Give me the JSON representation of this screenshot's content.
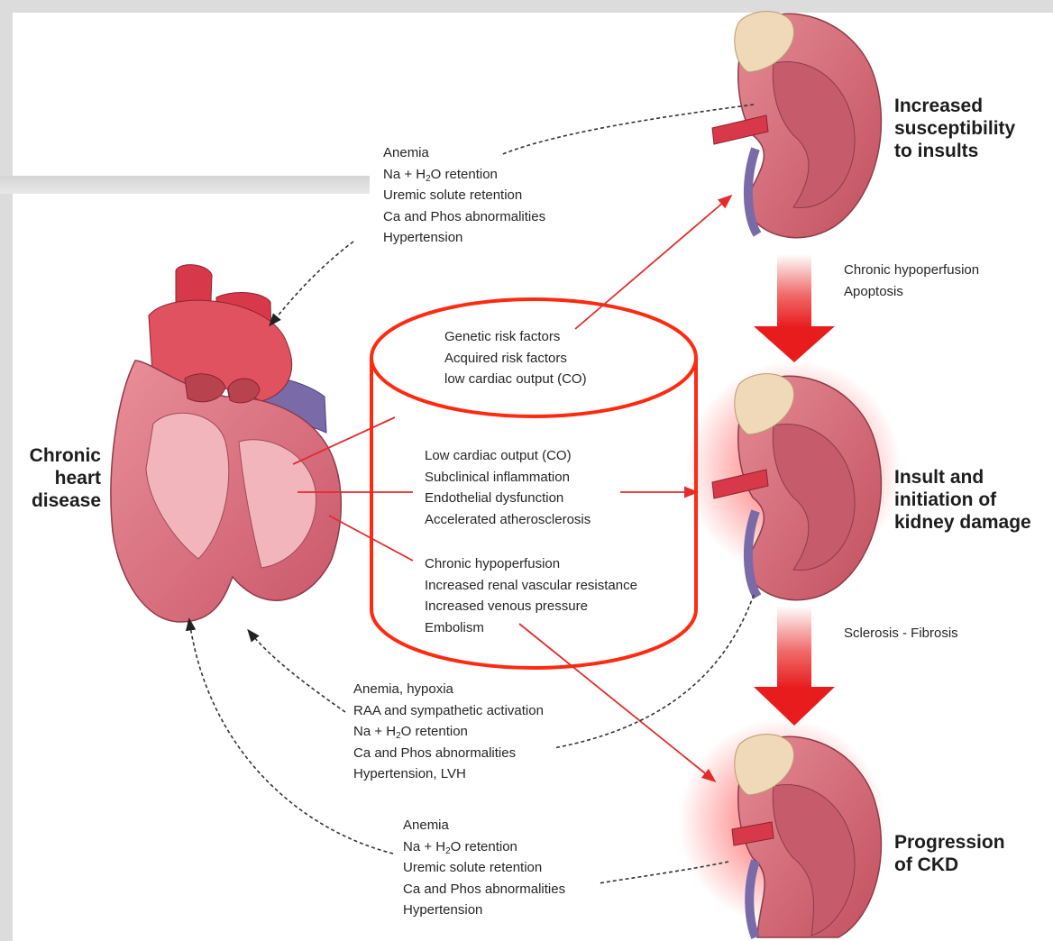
{
  "labels": {
    "heart": [
      "Chronic",
      "heart",
      "disease"
    ],
    "kidney_top": [
      "Increased",
      "susceptibility",
      "to insults"
    ],
    "kidney_mid": [
      "Insult and",
      "initiation of",
      "kidney damage"
    ],
    "kidney_bot": [
      "Progression",
      "of CKD"
    ]
  },
  "arrow_texts": {
    "chronic_hypo": [
      "Chronic hypoperfusion",
      "Apoptosis"
    ],
    "sclerosis": [
      "Sclerosis - Fibrosis"
    ]
  },
  "factor_lists": {
    "top_left": {
      "l1": "Anemia",
      "l2_pre": "Na + H",
      "l2_sub": "2",
      "l2_post": "O retention",
      "l3": "Uremic solute retention",
      "l4": "Ca and Phos abnormalities",
      "l5": "Hypertension"
    },
    "cylinder_top": [
      "Genetic risk factors",
      "Acquired risk factors",
      "low cardiac output (CO)"
    ],
    "cylinder_mid": [
      "Low cardiac output (CO)",
      "Subclinical inflammation",
      "Endothelial dysfunction",
      "Accelerated atherosclerosis"
    ],
    "cylinder_bot": [
      "Chronic hypoperfusion",
      "Increased renal vascular resistance",
      "Increased venous pressure",
      "Embolism"
    ],
    "lower_mid": {
      "l1": "Anemia, hypoxia",
      "l2": "RAA and sympathetic activation",
      "l3_pre": "Na + H",
      "l3_sub": "2",
      "l3_post": "O retention",
      "l4": "Ca and Phos abnormalities",
      "l5": "Hypertension, LVH"
    },
    "bottom": {
      "l1": "Anemia",
      "l2_pre": "Na + H",
      "l2_sub": "2",
      "l2_post": "O retention",
      "l3": "Uremic solute retention",
      "l4": "Ca and Phos abnormalities",
      "l5": "Hypertension"
    }
  },
  "colors": {
    "highlight_red": "#ff2a10",
    "arrow_red": "#e32b2b",
    "kidney_pink": "#d96a78",
    "heart_red": "#d8394a",
    "vein_purple": "#7a6aa8",
    "adrenal_cream": "#efd9b8",
    "dashed_line": "#333333"
  }
}
